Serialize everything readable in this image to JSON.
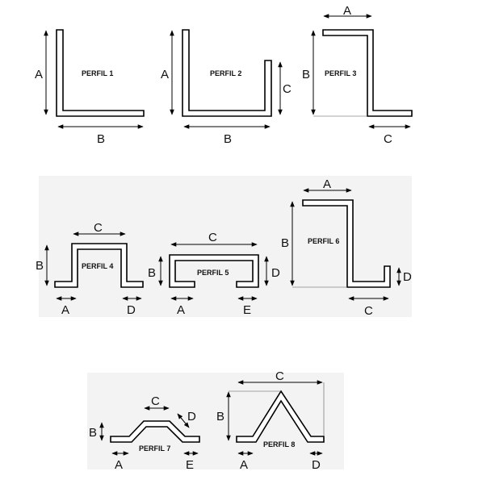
{
  "profiles": [
    {
      "title": "PERFIL 1",
      "dims": [
        "A",
        "B"
      ]
    },
    {
      "title": "PERFIL 2",
      "dims": [
        "A",
        "B",
        "C"
      ]
    },
    {
      "title": "PERFIL 3",
      "dims": [
        "A",
        "B",
        "C"
      ]
    },
    {
      "title": "PERFIL 4",
      "dims": [
        "A",
        "B",
        "C",
        "D"
      ]
    },
    {
      "title": "PERFIL 5",
      "dims": [
        "A",
        "B",
        "C",
        "D",
        "E"
      ]
    },
    {
      "title": "PERFIL 6",
      "dims": [
        "A",
        "B",
        "C",
        "D"
      ]
    },
    {
      "title": "PERFIL 7",
      "dims": [
        "A",
        "B",
        "C",
        "D",
        "E"
      ]
    },
    {
      "title": "PERFIL 8",
      "dims": [
        "A",
        "B",
        "C",
        "D"
      ]
    }
  ]
}
